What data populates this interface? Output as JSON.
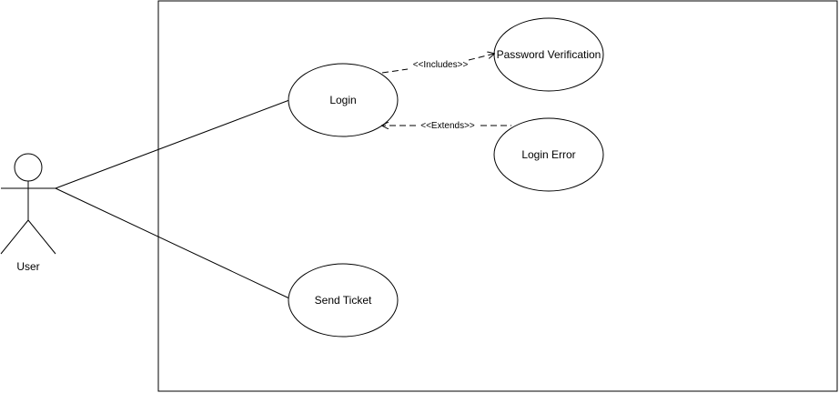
{
  "diagram": {
    "actor": {
      "label": "User"
    },
    "use_cases": {
      "login": "Login",
      "password_verification": "Password Verification",
      "login_error": "Login Error",
      "send_ticket": "Send Ticket"
    },
    "relations": {
      "includes": "<<Includes>>",
      "extends": "<<Extends>>"
    }
  }
}
